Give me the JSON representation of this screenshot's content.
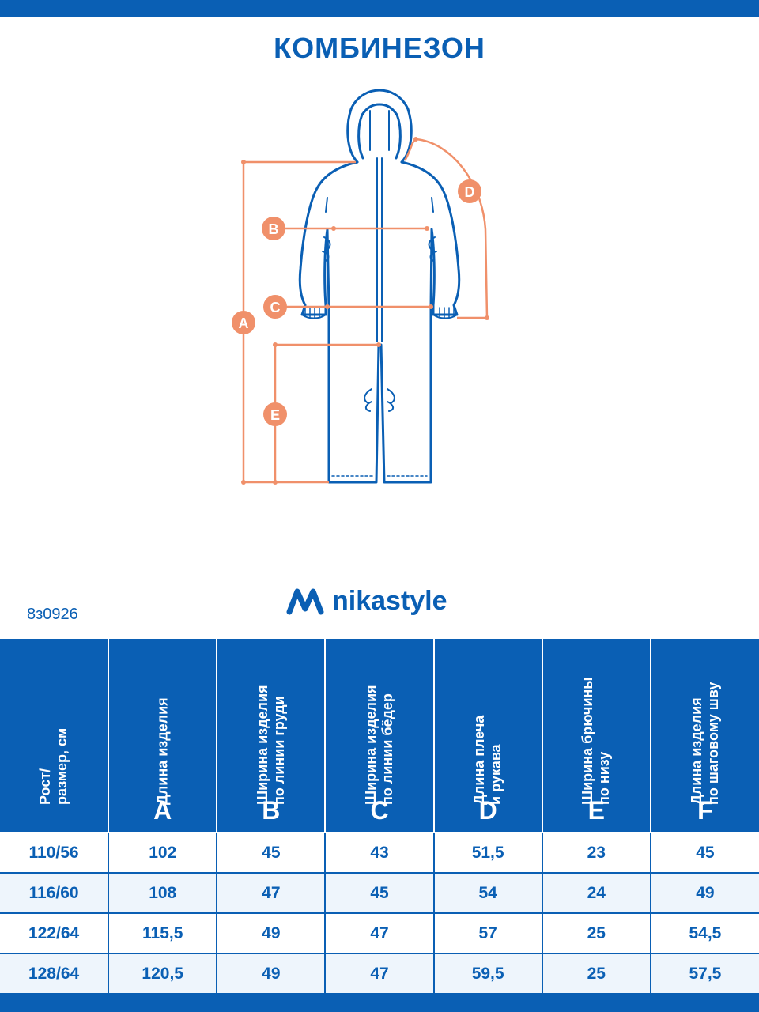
{
  "title": "КОМБИНЕЗОН",
  "colors": {
    "brand_blue": "#0a5fb4",
    "accent_orange": "#f0906a",
    "row_tint": "#eef5fc"
  },
  "diagram": {
    "labels": {
      "A": "A",
      "B": "B",
      "C": "C",
      "D": "D",
      "E": "E"
    }
  },
  "brand": {
    "logo_icon": "nikastyle-wave-logo",
    "name": "nikastyle"
  },
  "article": "8з0926",
  "table": {
    "headers": [
      {
        "text": "Рост/\nразмер, см",
        "letter": ""
      },
      {
        "text": "Длина изделия",
        "letter": "A"
      },
      {
        "text": "Ширина изделия\nпо линии груди",
        "letter": "B"
      },
      {
        "text": "Ширина изделия\nпо линии бёдер",
        "letter": "C"
      },
      {
        "text": "Длина плеча\nи рукава",
        "letter": "D"
      },
      {
        "text": "Ширина брючины\nпо низу",
        "letter": "E"
      },
      {
        "text": "Длина изделия\nпо шаговому шву",
        "letter": "F"
      }
    ],
    "rows": [
      [
        "110/56",
        "102",
        "45",
        "43",
        "51,5",
        "23",
        "45"
      ],
      [
        "116/60",
        "108",
        "47",
        "45",
        "54",
        "24",
        "49"
      ],
      [
        "122/64",
        "115,5",
        "49",
        "47",
        "57",
        "25",
        "54,5"
      ],
      [
        "128/64",
        "120,5",
        "49",
        "47",
        "59,5",
        "25",
        "57,5"
      ]
    ]
  }
}
